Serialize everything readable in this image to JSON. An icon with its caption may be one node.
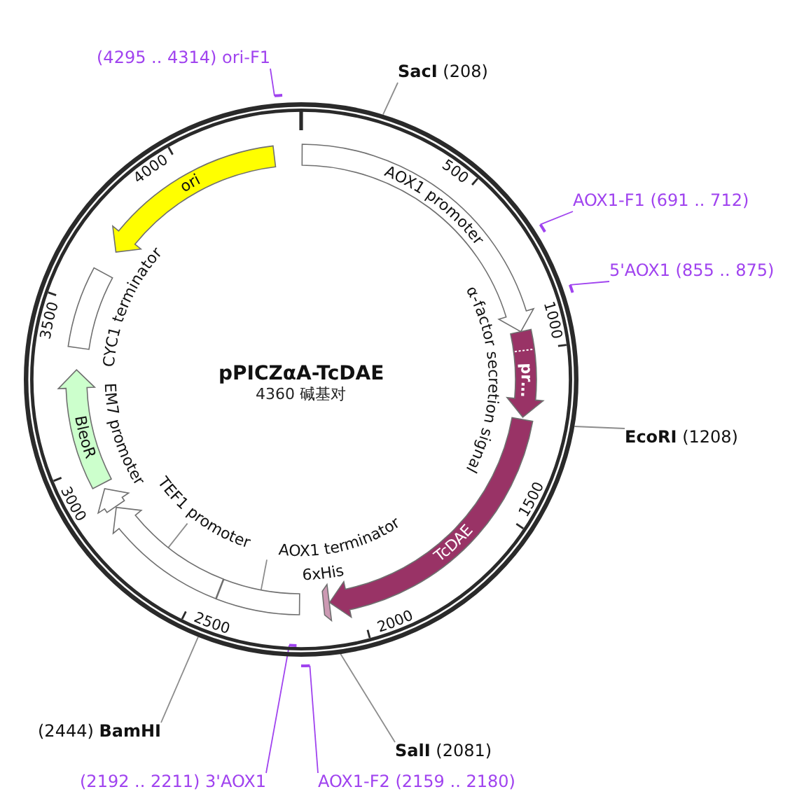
{
  "diagram": {
    "title": "pPICZαA-TcDAE",
    "nodes": [
      {
        "text": [],
        "shape": "circle"
      },
      {
        "text": [
          "(4295 .. 4314) ori-F1"
        ]
      },
      {
        "text": [],
        "shape": "bar"
      },
      {
        "text": [
          "**SacI** (208)"
        ]
      },
      {
        "text": [
          "AOX1-F1 (691 .. 712)"
        ]
      },
      {
        "text": [],
        "shape": "bar"
      },
      {
        "text": [
          "5'AOX1 (855 .. 875)"
        ]
      },
      {
        "text": [],
        "shape": "bar"
      },
      {
        "text": [
          "**EcoRI** (1208)"
        ]
      },
      {
        "text": [
          "**SalI** (2081)"
        ]
      },
      {
        "text": [
          "(2444) **BamHI**"
        ]
      },
      {
        "text": [
          "(2192 .. 2211) 3'AOX1"
        ]
      },
      {
        "text": [],
        "shape": "bar",
        "in": 0
      },
      {
        "text": [
          "AOX1-F2 (2159 .. 2180)"
        ]
      },
      {
        "text": [],
        "shape": "bar"
      },
      {
        "text": [
          "AOX1 promoter"
        ],
        "in": 0
      },
      {
        "text": [
          "α-factor secretion signal",
          "pr…"
        ],
        "in": 0
      },
      {
        "text": [
          "TcDAE"
        ],
        "in": 0
      },
      {
        "text": [
          "6xHis"
        ],
        "in": 0
      },
      {
        "text": [],
        "shape": "box",
        "in": 0
      },
      {
        "text": [
          "AOX1 terminator"
        ],
        "in": 0
      },
      {
        "text": [],
        "shape": "arrow",
        "in": 0
      },
      {
        "text": [
          "TEF1 promoter"
        ],
        "in": 0
      },
      {
        "text": [
          "EM7 promoter"
        ],
        "in": 0
      },
      {
        "text": [
          "BleoR"
        ],
        "in": 0
      },
      {
        "text": [
          "CYC1 terminator"
        ],
        "in": 0
      },
      {
        "text": [
          "ori"
        ],
        "in": 0
      }
    ],
    "edges": [
      {
        "from": 1,
        "to": 2,
        "arrow": "none",
        "color": "#a043ef"
      },
      {
        "from": 3,
        "to": 0,
        "arrow": "none"
      },
      {
        "from": 4,
        "to": 5,
        "arrow": "none",
        "color": "#a043ef"
      },
      {
        "from": 6,
        "to": 7,
        "arrow": "none",
        "color": "#a043ef"
      },
      {
        "from": 8,
        "to": 0,
        "arrow": "none"
      },
      {
        "from": 9,
        "to": 0,
        "arrow": "none"
      },
      {
        "from": 10,
        "to": 0,
        "arrow": "none"
      },
      {
        "from": 11,
        "to": 12,
        "arrow": "none",
        "color": "#a043ef"
      },
      {
        "from": 13,
        "to": 14,
        "arrow": "none",
        "color": "#a043ef"
      },
      {
        "from": 20,
        "to": 19,
        "arrow": "none"
      },
      {
        "from": 22,
        "to": 21,
        "arrow": "none"
      }
    ],
    "labels": [
      "4360 碱基对",
      "500",
      "1000",
      "1500",
      "2000",
      "2500",
      "3000",
      "3500",
      "4000"
    ]
  }
}
